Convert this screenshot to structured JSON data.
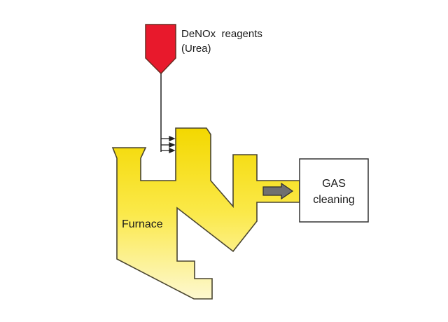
{
  "diagram": {
    "reagent_label_line1": "DeNOx  reagents",
    "reagent_label_line2": "(Urea)",
    "furnace_label": "Furnace",
    "gas_cleaning_line1": "GAS",
    "gas_cleaning_line2": "cleaning",
    "colors": {
      "hopper": "#e8192c",
      "furnace_top": "#f5dc10",
      "furnace_bottom": "#fdf6c4",
      "outline": "#4a4530",
      "flow_arrow": "#707070"
    }
  }
}
